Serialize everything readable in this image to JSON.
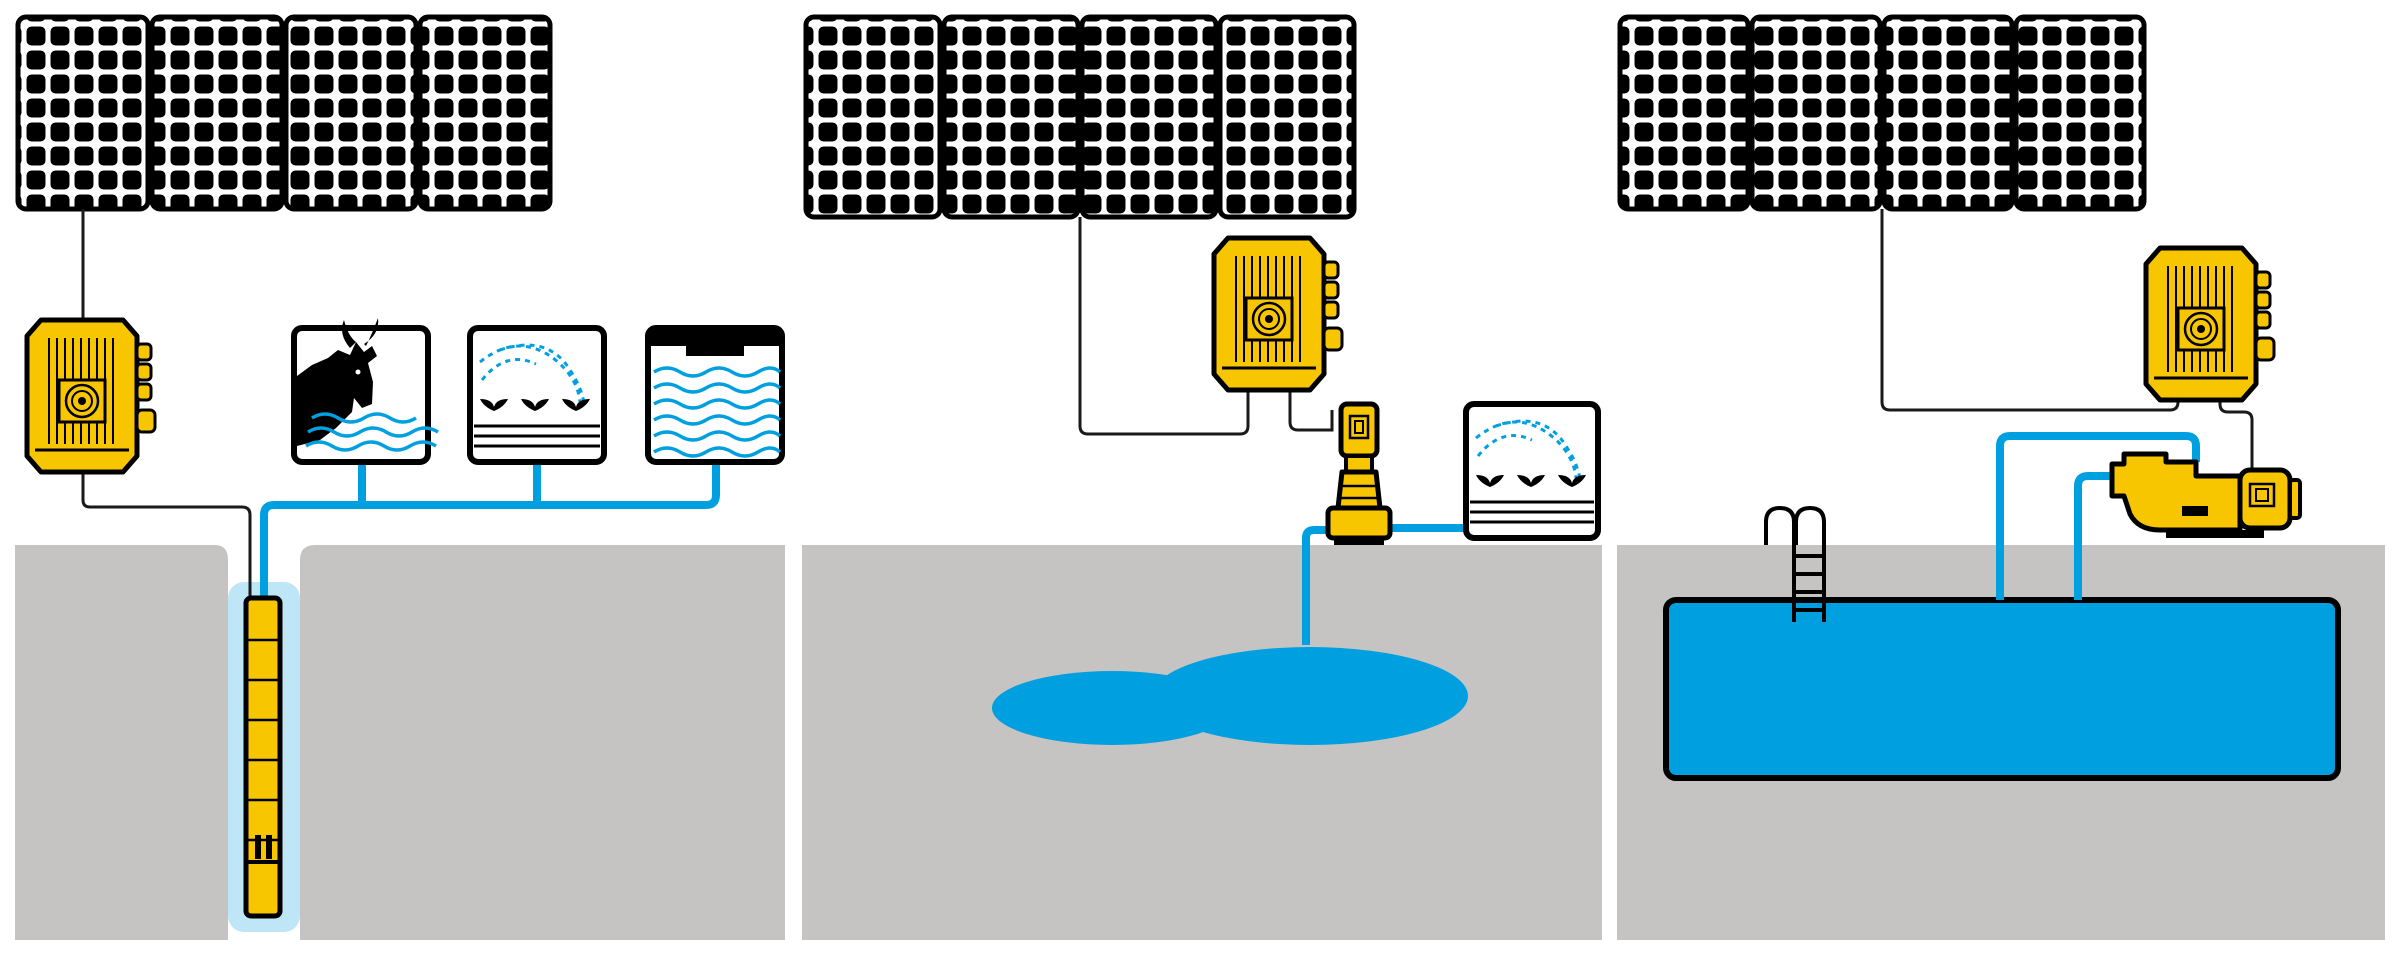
{
  "colors": {
    "background": "#ffffff",
    "ground": "#c6c3c3",
    "water": "#00a0e0",
    "well_water": "#bfe6f6",
    "pump_yellow": "#f7c600",
    "panel_cell": "#000000",
    "wire": "#1a1a1a"
  },
  "scenes": [
    {
      "name": "borehole-scene",
      "panels": 4,
      "controller": true,
      "pump": "submersible-borehole-pump",
      "uses": [
        "livestock-icon",
        "irrigation-icon",
        "water-tank-icon"
      ]
    },
    {
      "name": "surface-scene",
      "panels": 4,
      "controller": true,
      "pump": "vertical-surface-pump",
      "uses": [
        "irrigation-icon"
      ],
      "water_source": "pond"
    },
    {
      "name": "pool-scene",
      "panels": 4,
      "controller": true,
      "pump": "pool-pump",
      "uses": [],
      "water_source": "swimming-pool"
    }
  ]
}
